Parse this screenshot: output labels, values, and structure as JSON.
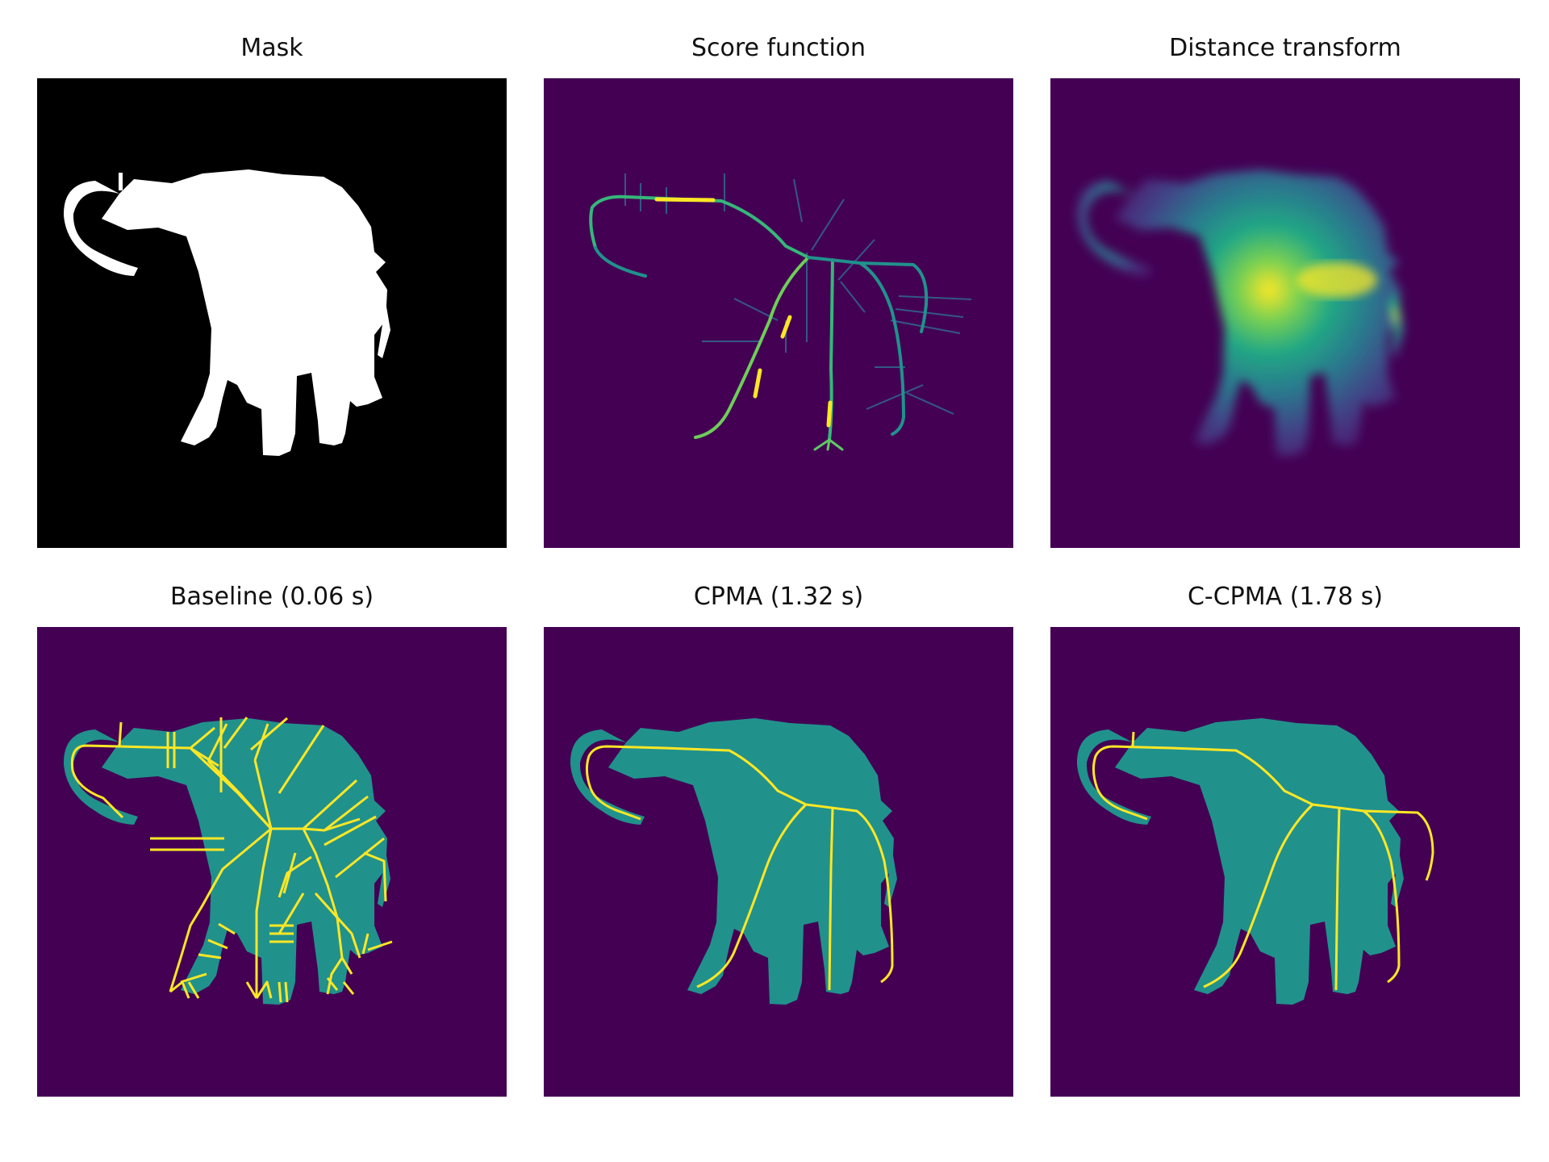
{
  "figure": {
    "panels": [
      {
        "id": "mask",
        "title": "Mask",
        "colormap": "gray"
      },
      {
        "id": "score",
        "title": "Score function",
        "colormap": "viridis"
      },
      {
        "id": "distance",
        "title": "Distance transform",
        "colormap": "viridis"
      },
      {
        "id": "baseline",
        "title": "Baseline (0.06 s)",
        "colormap": "viridis"
      },
      {
        "id": "cpma",
        "title": "CPMA (1.32 s)",
        "colormap": "viridis"
      },
      {
        "id": "ccpma",
        "title": "C-CPMA (1.78 s)",
        "colormap": "viridis"
      }
    ]
  },
  "colors": {
    "mask_background": "#000000",
    "mask_foreground": "#ffffff",
    "viridis_low": "#440154",
    "viridis_mid": "#21918c",
    "viridis_high": "#fde725"
  }
}
